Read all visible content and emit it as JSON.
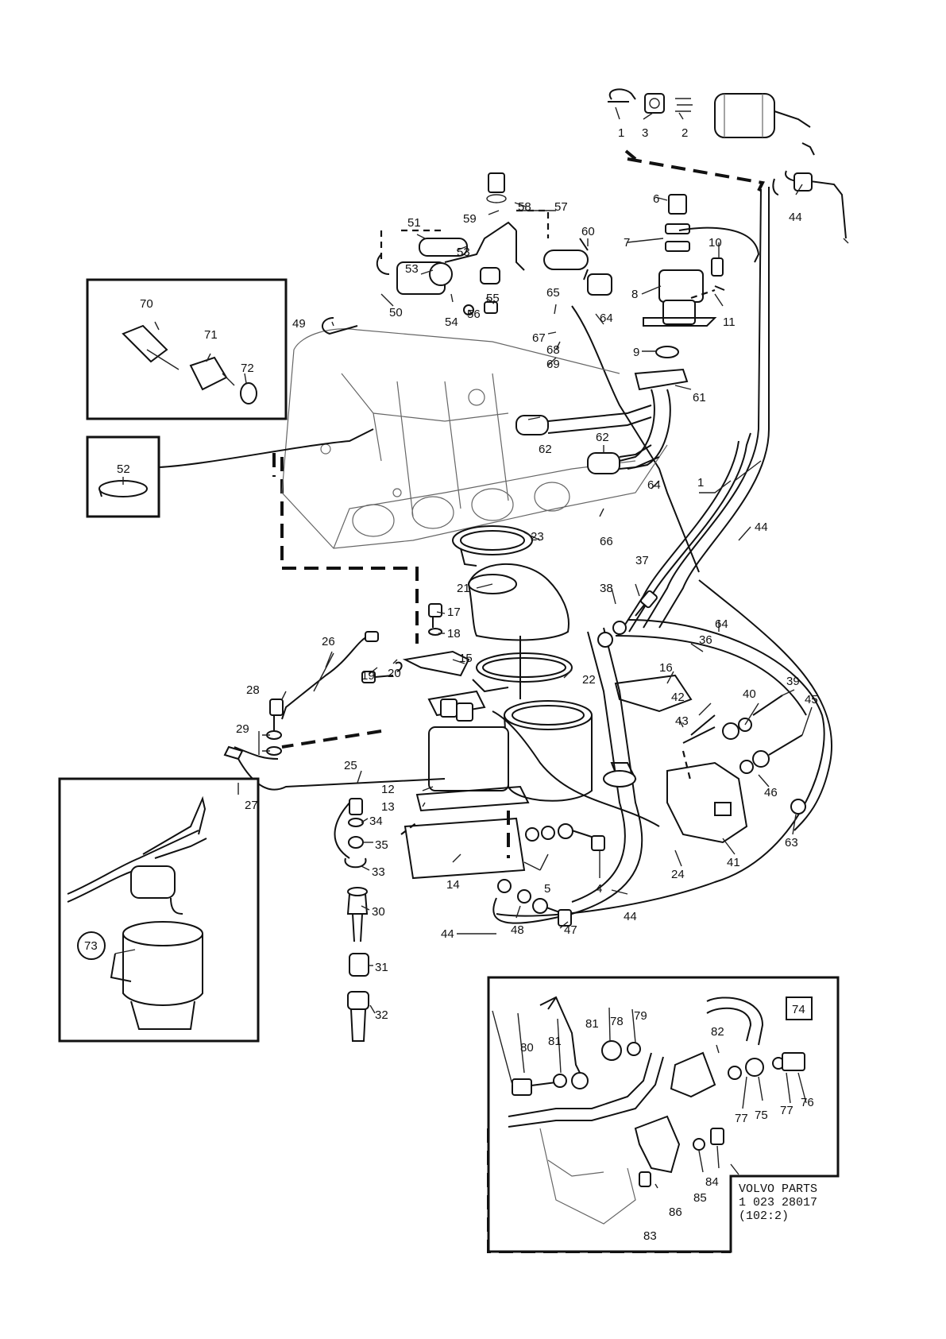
{
  "labels": {
    "p1a": "1",
    "p1b": "1",
    "p2": "2",
    "p3": "3",
    "p4": "4",
    "p5": "5",
    "p6": "6",
    "p7": "7",
    "p8": "8",
    "p9": "9",
    "p10": "10",
    "p11": "11",
    "p12": "12",
    "p13": "13",
    "p14": "14",
    "p15": "15",
    "p16": "16",
    "p17": "17",
    "p18": "18",
    "p19": "19",
    "p20": "20",
    "p21": "21",
    "p22": "22",
    "p23": "23",
    "p24": "24",
    "p25": "25",
    "p26": "26",
    "p27": "27",
    "p28": "28",
    "p29": "29",
    "p30": "30",
    "p31": "31",
    "p32": "32",
    "p33": "33",
    "p34": "34",
    "p35": "35",
    "p36": "36",
    "p37": "37",
    "p38": "38",
    "p39": "39",
    "p40": "40",
    "p41": "41",
    "p42": "42",
    "p43": "43",
    "p44a": "44",
    "p44b": "44",
    "p44c": "44",
    "p44d": "44",
    "p45": "45",
    "p46": "46",
    "p47": "47",
    "p48": "48",
    "p49": "49",
    "p50": "50",
    "p51": "51",
    "p52": "52",
    "p53a": "53",
    "p53b": "53",
    "p54": "54",
    "p55": "55",
    "p56": "56",
    "p57": "57",
    "p58": "58",
    "p59": "59",
    "p60": "60",
    "p61": "61",
    "p62a": "62",
    "p62b": "62",
    "p63": "63",
    "p64a": "64",
    "p64b": "64",
    "p64c": "64",
    "p65": "65",
    "p66": "66",
    "p67": "67",
    "p68": "68",
    "p69": "69",
    "p70": "70",
    "p71": "71",
    "p72": "72",
    "p73": "73",
    "p74": "74",
    "p75": "75",
    "p76": "76",
    "p77a": "77",
    "p77b": "77",
    "p78": "78",
    "p79": "79",
    "p80": "80",
    "p81a": "81",
    "p81b": "81",
    "p82": "82",
    "p83": "83",
    "p84": "84",
    "p85": "85",
    "p86": "86"
  },
  "stamp": {
    "line1": "VOLVO PARTS",
    "line2": "1  023  28017",
    "line3": "(102:2)"
  }
}
